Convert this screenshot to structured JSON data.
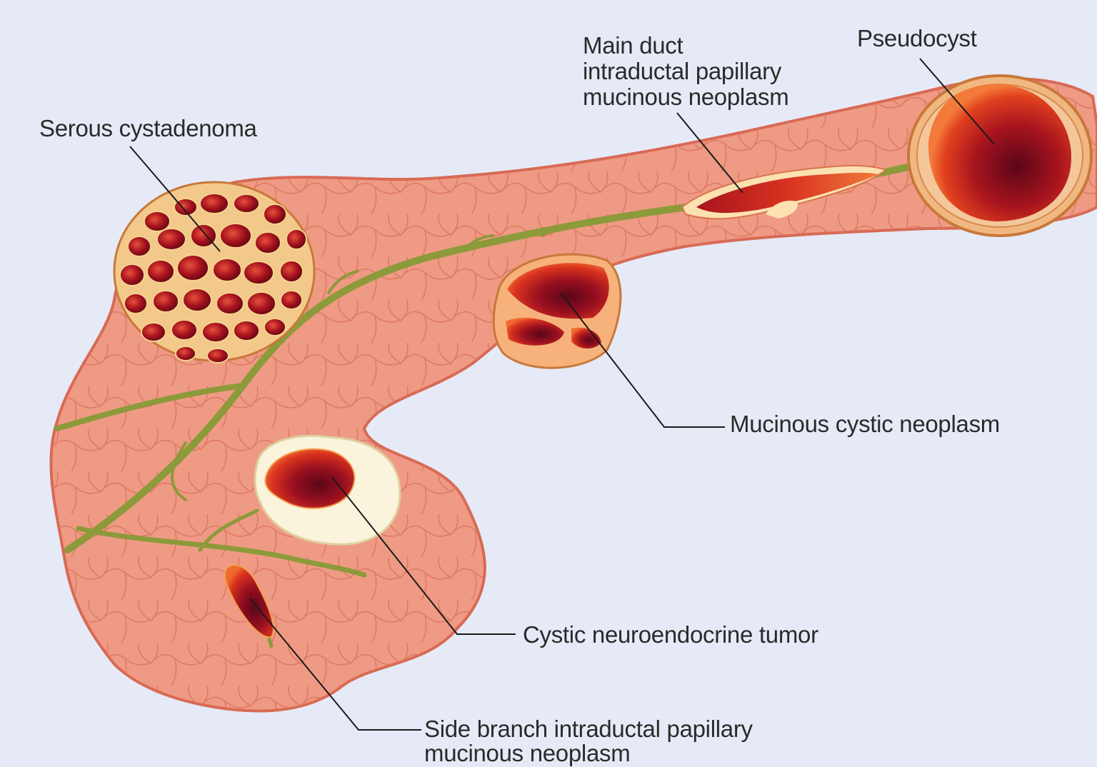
{
  "labels": {
    "serous": "Serous cystadenoma",
    "main_duct": {
      "line1": "Main duct",
      "line2": "intraductal papillary",
      "line3": "mucinous neoplasm"
    },
    "pseudocyst": "Pseudocyst",
    "mucinous_cystic": "Mucinous cystic neoplasm",
    "cystic_neuroendocrine": "Cystic neuroendocrine tumor",
    "side_branch": {
      "line1": "Side branch intraductal papillary",
      "line2": "mucinous neoplasm"
    }
  },
  "colors": {
    "background": "#e6eaf6",
    "pancreas": "#ef9a84",
    "pancreas_outline": "#d86a55",
    "duct": "#8c9a3a",
    "cyst_dark": "#7a0e1e",
    "cyst_red": "#c8281e",
    "tumor_white": "#fbf4dc",
    "label_text": "#2a2a2a",
    "leader_line": "#1a1a1a"
  }
}
